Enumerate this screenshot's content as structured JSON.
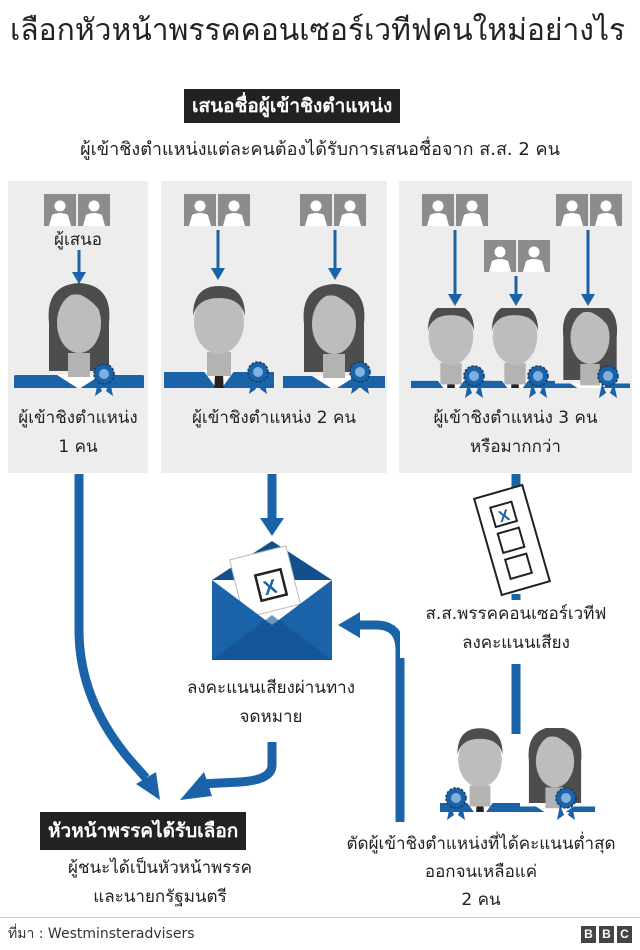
{
  "title": "เลือกหัวหน้าพรรคคอนเซอร์เวทีฟคนใหม่อย่างไร",
  "nominate_label": "เสนอชื่อผู้เข้าชิงตำแหน่ง",
  "subtitle": "ผู้เข้าชิงตำแหน่งแต่ละคนต้องได้รับการเสนอชื่อจาก ส.ส. 2 คน",
  "proposer_label": "ผู้เสนอ",
  "candidates_1": [
    "ผู้เข้าชิงตำแหน่ง",
    "1 คน"
  ],
  "candidates_2": "ผู้เข้าชิงตำแหน่ง 2 คน",
  "candidates_3": [
    "ผู้เข้าชิงตำแหน่ง 3 คน",
    "หรือมากกว่า"
  ],
  "mp_vote": [
    "ส.ส.พรรคคอนเซอร์เวทีฟ",
    "ลงคะแนนเสียง"
  ],
  "postal_vote": [
    "ลงคะแนนเสียงผ่านทาง",
    "จดหมาย"
  ],
  "eliminate": [
    "ตัดผู้เข้าชิงตำแหน่งที่ได้คะแนนต่ำสุด",
    "ออกจนเหลือแค่",
    "2 คน"
  ],
  "winner_label": "หัวหน้าพรรคได้รับเลือก",
  "winner_desc": [
    "ผู้ชนะได้เป็นหัวหน้าพรรค",
    "และนายกรัฐมนตรี"
  ],
  "ballot_mark": "X",
  "source": "ที่มา : Westminsteradvisers",
  "logo_letters": [
    "B",
    "B",
    "C"
  ],
  "colors": {
    "blue": "#1a63a8",
    "navy": "#134f8d",
    "face": "#bdbdbd",
    "hair": "#4d4d4d",
    "panel": "#ededed",
    "label_bg": "#222222",
    "rosette": "#1a63a8"
  }
}
